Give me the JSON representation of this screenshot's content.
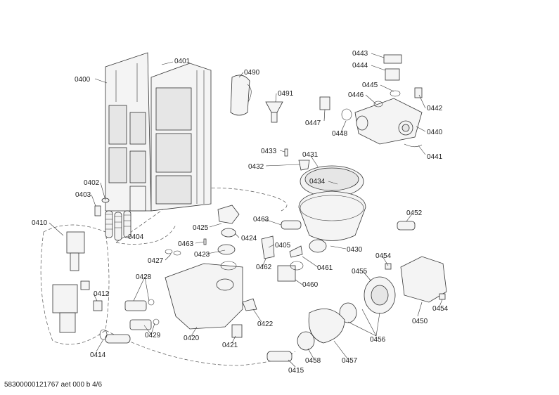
{
  "labels": {
    "p0400": "0400",
    "p0401": "0401",
    "p0490": "0490",
    "p0491": "0491",
    "p0443": "0443",
    "p0444": "0444",
    "p0445": "0445",
    "p0446": "0446",
    "p0442": "0442",
    "p0447": "0447",
    "p0448": "0448",
    "p0440": "0440",
    "p0441": "0441",
    "p0433": "0433",
    "p0431": "0431",
    "p0432": "0432",
    "p0434": "0434",
    "p0402": "0402",
    "p0403": "0403",
    "p0404": "0404",
    "p0410": "0410",
    "p0425": "0425",
    "p0424": "0424",
    "p0463a": "0463",
    "p0463b": "0463",
    "p0423": "0423",
    "p0427": "0427",
    "p0405": "0405",
    "p0462": "0462",
    "p0461": "0461",
    "p0460": "0460",
    "p0430": "0430",
    "p0452": "0452",
    "p0454a": "0454",
    "p0454b": "0454",
    "p0455": "0455",
    "p0450": "0450",
    "p0412": "0412",
    "p0428": "0428",
    "p0429": "0429",
    "p0420": "0420",
    "p0421": "0421",
    "p0422": "0422",
    "p0414": "0414",
    "p0415": "0415",
    "p0458": "0458",
    "p0457": "0457",
    "p0456": "0456"
  },
  "footer": "58300000121767 aet 000 b 4/6"
}
